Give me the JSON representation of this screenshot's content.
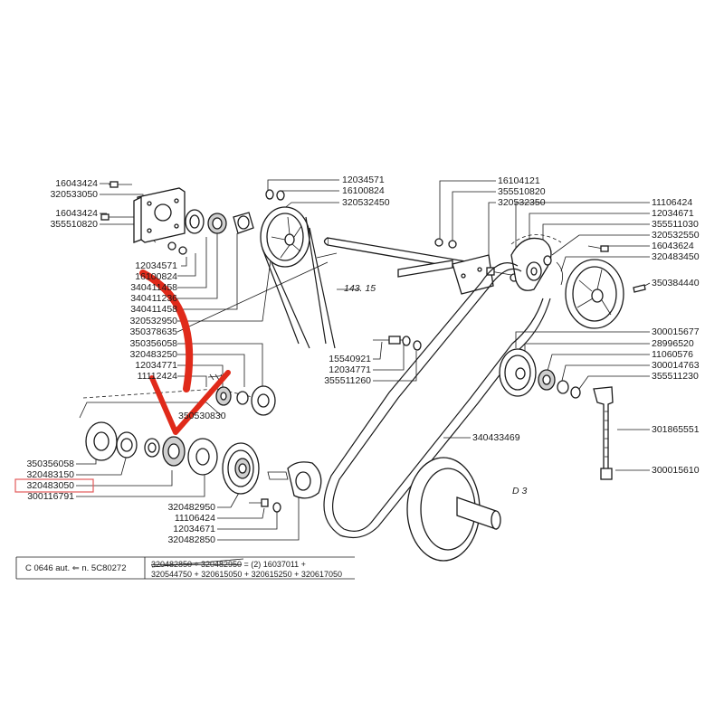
{
  "colors": {
    "ink": "#1a1a1a",
    "arrow": "#e02a1a",
    "highlight_box": "#e35a5a",
    "paper": "#ffffff"
  },
  "labels": {
    "l01": "16043424",
    "l02": "320533050",
    "l03": "16043424",
    "l04": "355510820",
    "l05": "12034571",
    "l06": "16100824",
    "l07": "320532450",
    "l08": "12034571",
    "l09": "16100824",
    "l10": "340411458",
    "l11": "340411236",
    "l12": "340411458",
    "l13": "320532950",
    "l14": "350378635",
    "l15": "350356058",
    "l16": "320483250",
    "l17": "12034771",
    "l18": "11112424",
    "l19": "350530830",
    "l20": "350356058",
    "l21": "320483150",
    "l22": "320483050",
    "l23": "300116791",
    "l24": "320482950",
    "l25": "11106424",
    "l26": "12034671",
    "l27": "320482850",
    "l28": "16104121",
    "l29": "355510820",
    "l30": "320532350",
    "l31": "11106424",
    "l32": "12034671",
    "l33": "355511030",
    "l34": "320532550",
    "l35": "16043624",
    "l36": "320483450",
    "l37": "350384440",
    "l38": "300015677",
    "l39": "28996520",
    "l40": "11060576",
    "l41": "300014763",
    "l42": "355511230",
    "l43": "301865551",
    "l44": "300015610",
    "l45": "15540921",
    "l46": "12034771",
    "l47": "355511260",
    "l48": "340433469",
    "l49": "143. 15",
    "l50": "D 3"
  },
  "footer": {
    "left": "C 0646  aut. ⇐ n. 5C80272",
    "line1_struck": "320482850 ÷ 320482950",
    "line1_rest": " = (2) 16037011 +",
    "line2": "320544750 + 320615050 + 320615250 + 320617050"
  }
}
